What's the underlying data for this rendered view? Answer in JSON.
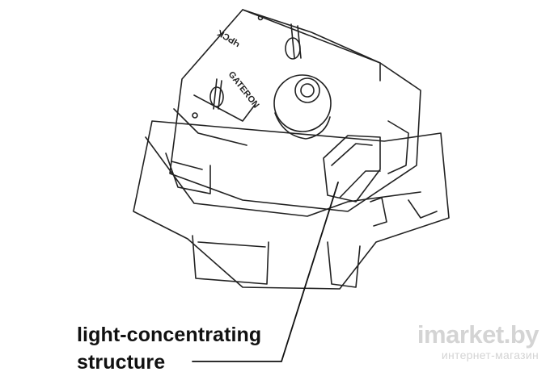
{
  "diagram": {
    "callout_lines": [
      "light-concentrating",
      "structure"
    ],
    "brand_text_on_switch": "GATERON",
    "mark_on_switch": "ЧPCK"
  },
  "watermark": {
    "main": "imarket.by",
    "sub": "интернет-магазин"
  },
  "colors": {
    "line": "#222222",
    "watermark": "#d4d4d4",
    "background": "#ffffff"
  }
}
